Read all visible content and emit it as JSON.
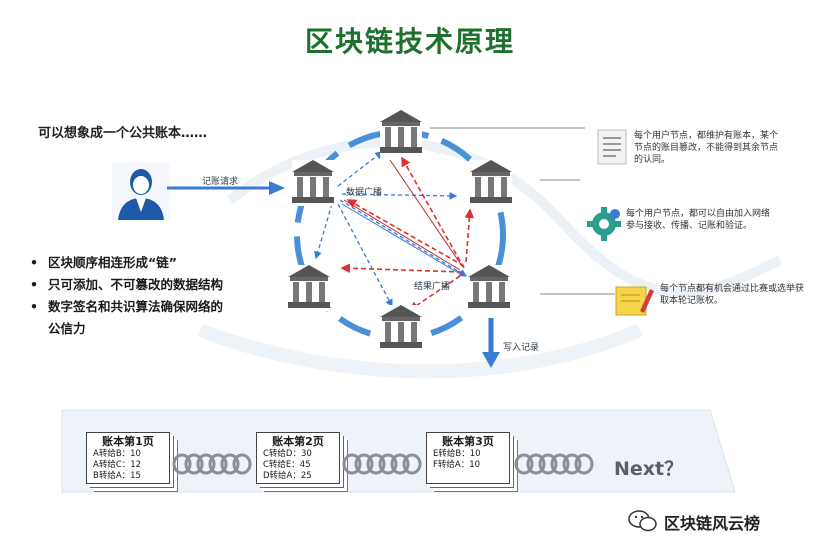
{
  "title": "区块链技术原理",
  "intro": "可以想象成一个公共账本……",
  "labels": {
    "record_request": "记账请求",
    "data_broadcast": "数据广播",
    "result_broadcast": "结果广播",
    "write_record": "写入记录"
  },
  "bullets": [
    {
      "text": "区块顺序相连形成“链”"
    },
    {
      "text": "只可添加、不可篡改的数据结构"
    },
    {
      "text": "数字签名和共识算法确保网络的",
      "cont": "公信力"
    }
  ],
  "notes": [
    {
      "text": "每个用户节点，都维护有账本，某个节点的账目篡改，不能得到其余节点的认同。"
    },
    {
      "text": "每个用户节点，都可以自由加入网络参与接收、传播、记账和验证。"
    },
    {
      "text": "每个节点都有机会通过比赛或选举获取本轮记账权。"
    }
  ],
  "pages": [
    {
      "title": "账本第1页",
      "lines": [
        "A转给B：10",
        "A转给C：12",
        "B转给A：15"
      ]
    },
    {
      "title": "账本第2页",
      "lines": [
        "C转给D：30",
        "C转给E：45",
        "D转给A：25"
      ]
    },
    {
      "title": "账本第3页",
      "lines": [
        "E转给B：10",
        "F转给A：10"
      ]
    }
  ],
  "next": "Next？",
  "brand": "区块链风云榜",
  "colors": {
    "title": "#1f6f2e",
    "ring": "#4a90d9",
    "arrow_blue": "#3a7bd5",
    "arrow_red": "#e03030"
  }
}
